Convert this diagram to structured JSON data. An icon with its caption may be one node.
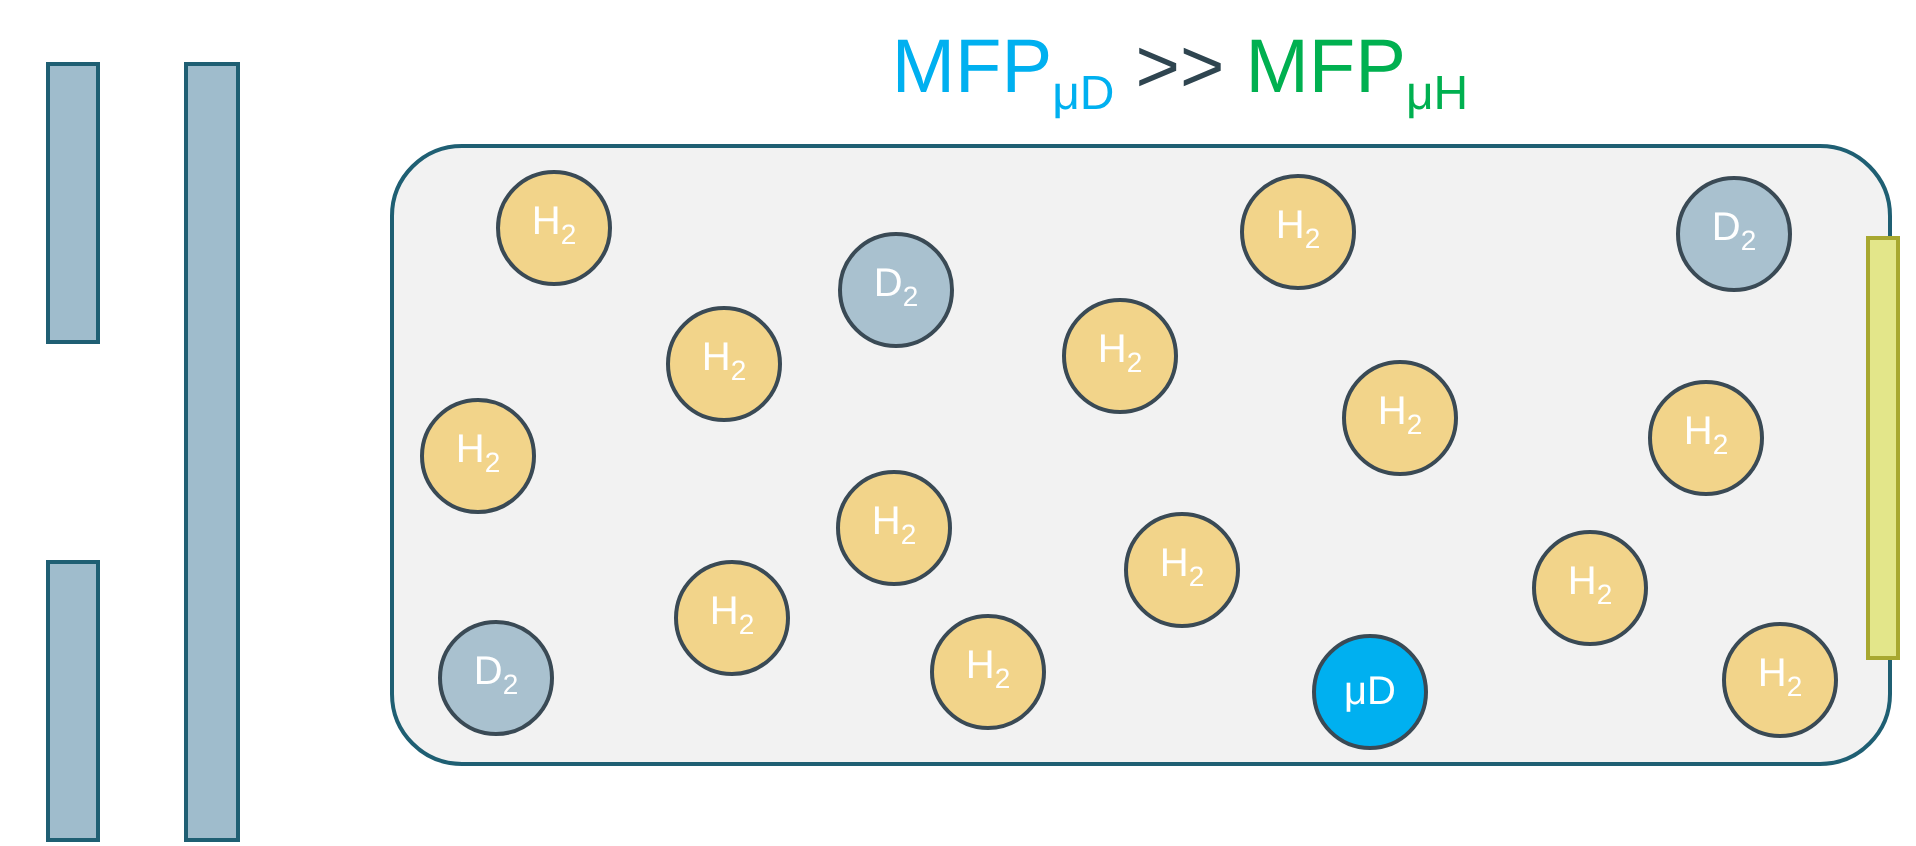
{
  "diagram": {
    "title": "MFP$_{μD}$ >> MFP$_{μH}$",
    "nodes": [
      {
        "text": [],
        "shape": "box"
      },
      {
        "text": [
          "H$_{2}$"
        ],
        "in": 0
      },
      {
        "text": [
          "H$_{2}$"
        ],
        "in": 0
      },
      {
        "text": [
          "D$_{2}$"
        ],
        "in": 0
      },
      {
        "text": [
          "D$_{2}$"
        ],
        "in": 0
      },
      {
        "text": [
          "H$_{2}$"
        ],
        "in": 0
      },
      {
        "text": [
          "H$_{2}$"
        ],
        "in": 0
      },
      {
        "text": [
          "H$_{2}$"
        ],
        "in": 0
      },
      {
        "text": [
          "H$_{2}$"
        ],
        "in": 0
      },
      {
        "text": [
          "H$_{2}$"
        ],
        "in": 0
      },
      {
        "text": [
          "H$_{2}$"
        ],
        "in": 0
      },
      {
        "text": [
          "H$_{2}$"
        ],
        "in": 0
      },
      {
        "text": [
          "H$_{2}$"
        ],
        "in": 0
      },
      {
        "text": [
          "H$_{2}$"
        ],
        "in": 0
      },
      {
        "text": [
          "H$_{2}$"
        ],
        "in": 0
      },
      {
        "text": [
          "D$_{2}$"
        ],
        "in": 0
      },
      {
        "text": [
          "H$_{2}$"
        ],
        "in": 0
      },
      {
        "text": [
          "μD"
        ],
        "in": 0
      },
      {
        "text": [],
        "shape": "bar"
      },
      {
        "text": [],
        "shape": "bar"
      },
      {
        "text": [],
        "shape": "bar"
      },
      {
        "text": [],
        "shape": "bar",
        "in": 0
      }
    ],
    "edges": []
  }
}
